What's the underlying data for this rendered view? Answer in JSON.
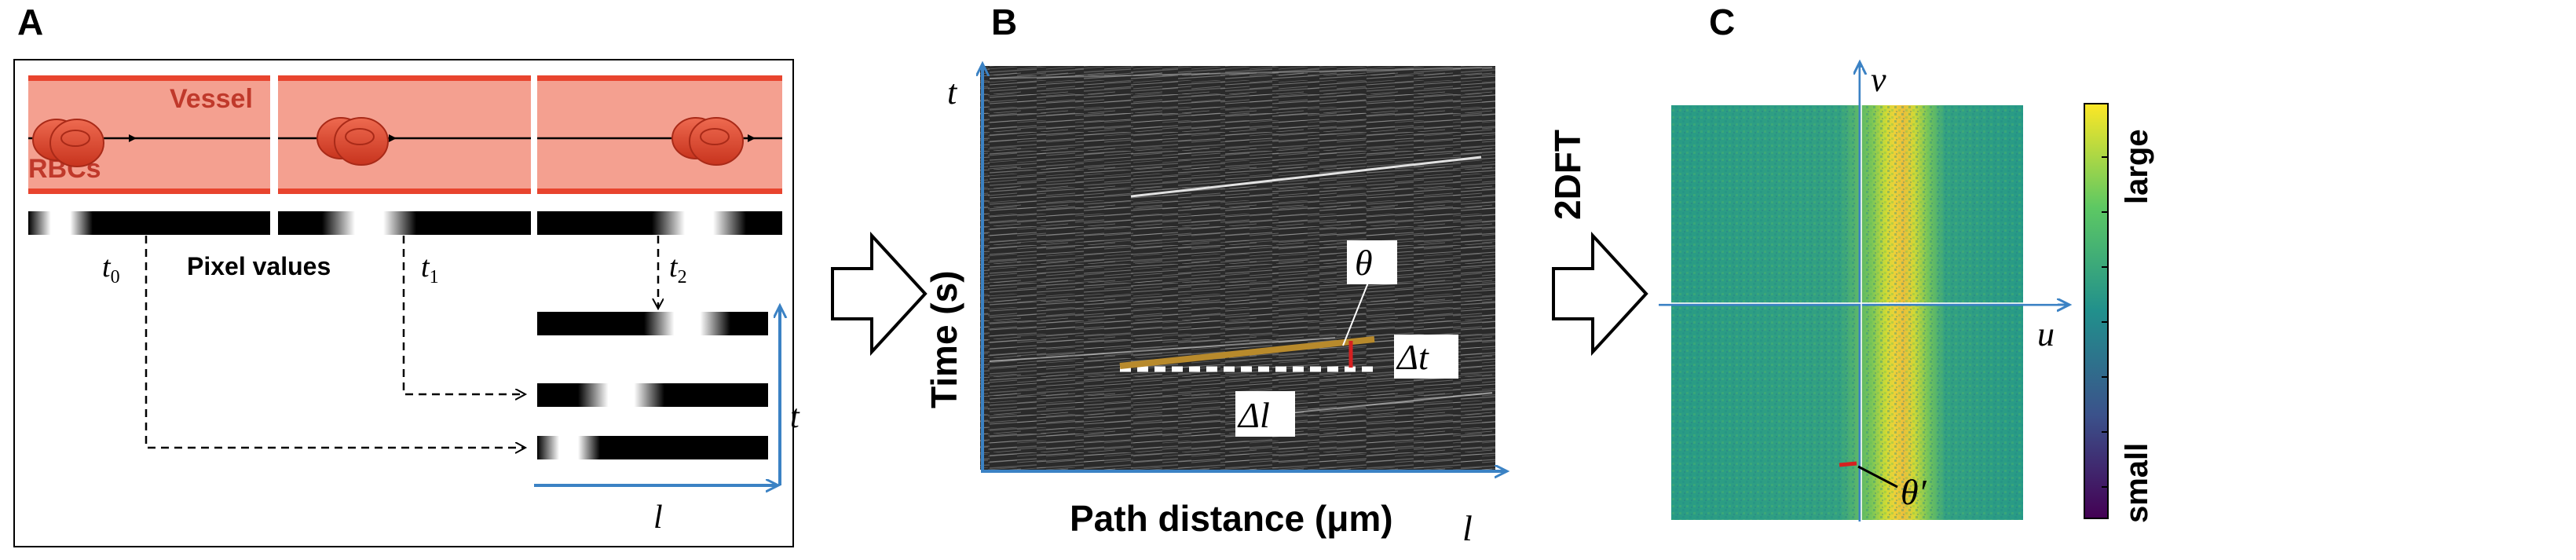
{
  "panels": {
    "a": {
      "letter": "A",
      "vessel_label": "Vessel",
      "rbc_label": "RBCs",
      "pixel_values_label": "Pixel values",
      "t0": "t",
      "t0_sub": "0",
      "t1": "t",
      "t1_sub": "1",
      "t2": "t",
      "t2_sub": "2",
      "axis_t": "t",
      "axis_l": "l"
    },
    "b": {
      "letter": "B",
      "ylabel": "Time (s)",
      "xlabel": "Path distance (μm)",
      "axis_t": "t",
      "axis_l": "l",
      "theta": "θ",
      "delta_t": "Δt",
      "delta_l": "Δl"
    },
    "c": {
      "letter": "C",
      "transform_label": "2DFT",
      "axis_v": "v",
      "axis_u": "u",
      "theta_prime": "θ′",
      "colorbar_high": "large",
      "colorbar_low": "small"
    }
  },
  "colors": {
    "vessel_fill": "#f4a090",
    "vessel_wall": "#e8442e",
    "rbc": "#e04a30",
    "axis_blue": "#3b82c4",
    "streak_line": "#b88a2c",
    "marker_red": "#d62020",
    "colormap": [
      "#440154",
      "#3b528b",
      "#21908c",
      "#5dc863",
      "#fde725"
    ]
  }
}
